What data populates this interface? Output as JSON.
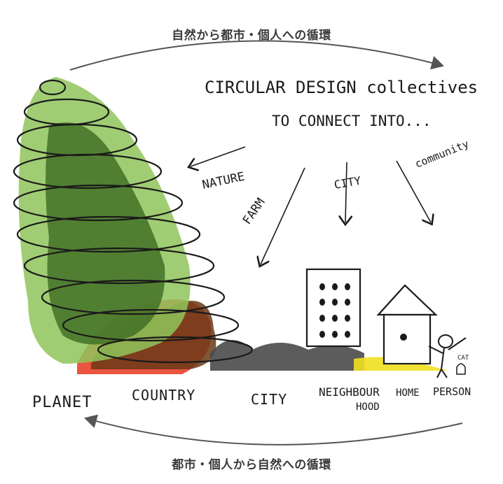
{
  "captions": {
    "top": "自然から都市・個人への循環",
    "bottom": "都市・個人から自然への循環"
  },
  "header": {
    "line1": "CIRCULAR DESIGN collectives",
    "line2": "TO CONNECT INTO..."
  },
  "arrow_labels": {
    "nature": "NATURE",
    "farm": "FARM",
    "city": "CITY",
    "community": "community"
  },
  "scale_labels": {
    "planet": "PLANET",
    "country": "COUNTRY",
    "city": "CITY",
    "neighbourhood_1": "NEIGHBOUR",
    "neighbourhood_2": "HOOD",
    "home": "HOME",
    "person": "PERSON"
  },
  "figure_labels": {
    "cat": "CAT"
  },
  "colors": {
    "ink": "#1a1a1a",
    "light_green": "#8fc45a",
    "dark_green": "#3d6b22",
    "brown": "#6b3a18",
    "red": "#e8361c",
    "grey": "#4a4a4a",
    "yellow": "#f0e020",
    "caption": "#3a3a3a"
  }
}
